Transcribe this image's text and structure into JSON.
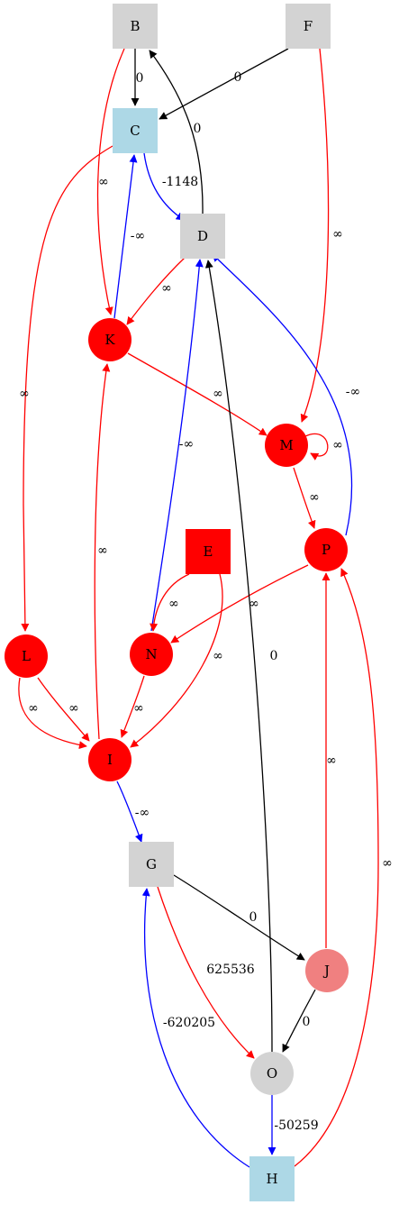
{
  "colors": {
    "gray": "#d3d3d3",
    "light_blue": "#add8e6",
    "red": "#ff0000",
    "salmon": "#f08080",
    "black_edge": "#000000",
    "red_edge": "#ff0000",
    "blue_edge": "#0000ff"
  },
  "nodes": [
    {
      "id": "B",
      "label": "B",
      "shape": "square",
      "fill": "gray"
    },
    {
      "id": "F",
      "label": "F",
      "shape": "square",
      "fill": "gray"
    },
    {
      "id": "C",
      "label": "C",
      "shape": "square",
      "fill": "light_blue"
    },
    {
      "id": "D",
      "label": "D",
      "shape": "square",
      "fill": "gray"
    },
    {
      "id": "K",
      "label": "K",
      "shape": "circle",
      "fill": "red"
    },
    {
      "id": "M",
      "label": "M",
      "shape": "circle",
      "fill": "red"
    },
    {
      "id": "E",
      "label": "E",
      "shape": "square",
      "fill": "red"
    },
    {
      "id": "P",
      "label": "P",
      "shape": "circle",
      "fill": "red"
    },
    {
      "id": "L",
      "label": "L",
      "shape": "circle",
      "fill": "red"
    },
    {
      "id": "N",
      "label": "N",
      "shape": "circle",
      "fill": "red"
    },
    {
      "id": "I",
      "label": "I",
      "shape": "circle",
      "fill": "red"
    },
    {
      "id": "G",
      "label": "G",
      "shape": "square",
      "fill": "gray"
    },
    {
      "id": "J",
      "label": "J",
      "shape": "circle",
      "fill": "salmon"
    },
    {
      "id": "O",
      "label": "O",
      "shape": "circle",
      "fill": "gray"
    },
    {
      "id": "H",
      "label": "H",
      "shape": "square",
      "fill": "light_blue"
    }
  ],
  "edges": [
    {
      "id": "B-C",
      "from": "B",
      "to": "C",
      "label": "0",
      "color": "black_edge"
    },
    {
      "id": "B-K",
      "from": "B",
      "to": "K",
      "label": "∞",
      "color": "red_edge"
    },
    {
      "id": "F-C",
      "from": "F",
      "to": "C",
      "label": "0",
      "color": "black_edge"
    },
    {
      "id": "F-M",
      "from": "F",
      "to": "M",
      "label": "∞",
      "color": "red_edge"
    },
    {
      "id": "C-D",
      "from": "C",
      "to": "D",
      "label": "-1148",
      "color": "blue_edge"
    },
    {
      "id": "C-L",
      "from": "C",
      "to": "L",
      "label": "∞",
      "color": "red_edge"
    },
    {
      "id": "D-B",
      "from": "D",
      "to": "B",
      "label": "0",
      "color": "black_edge"
    },
    {
      "id": "D-K",
      "from": "D",
      "to": "K",
      "label": "∞",
      "color": "red_edge"
    },
    {
      "id": "K-C",
      "from": "K",
      "to": "C",
      "label": "-∞",
      "color": "blue_edge"
    },
    {
      "id": "K-M",
      "from": "K",
      "to": "M",
      "label": "∞",
      "color": "red_edge"
    },
    {
      "id": "M-M",
      "from": "M",
      "to": "M",
      "label": "∞",
      "color": "red_edge"
    },
    {
      "id": "M-P",
      "from": "M",
      "to": "P",
      "label": "∞",
      "color": "red_edge"
    },
    {
      "id": "P-D",
      "from": "P",
      "to": "D",
      "label": "-∞",
      "color": "blue_edge"
    },
    {
      "id": "P-N",
      "from": "P",
      "to": "N",
      "label": "∞",
      "color": "red_edge"
    },
    {
      "id": "N-D",
      "from": "N",
      "to": "D",
      "label": "-∞",
      "color": "blue_edge"
    },
    {
      "id": "E-N",
      "from": "E",
      "to": "N",
      "label": "∞",
      "color": "red_edge"
    },
    {
      "id": "E-I",
      "from": "E",
      "to": "I",
      "label": "∞",
      "color": "red_edge"
    },
    {
      "id": "L-I-left",
      "from": "L",
      "to": "I",
      "label": "∞",
      "color": "red_edge"
    },
    {
      "id": "L-I-right",
      "from": "L",
      "to": "I",
      "label": "∞",
      "color": "red_edge"
    },
    {
      "id": "N-I",
      "from": "N",
      "to": "I",
      "label": "∞",
      "color": "red_edge"
    },
    {
      "id": "I-K",
      "from": "I",
      "to": "K",
      "label": "∞",
      "color": "red_edge"
    },
    {
      "id": "I-G",
      "from": "I",
      "to": "G",
      "label": "-∞",
      "color": "blue_edge"
    },
    {
      "id": "G-J",
      "from": "G",
      "to": "J",
      "label": "0",
      "color": "black_edge"
    },
    {
      "id": "G-O",
      "from": "G",
      "to": "O",
      "label": "625536",
      "color": "red_edge"
    },
    {
      "id": "J-P",
      "from": "J",
      "to": "P",
      "label": "∞",
      "color": "red_edge"
    },
    {
      "id": "J-O",
      "from": "J",
      "to": "O",
      "label": "0",
      "color": "black_edge"
    },
    {
      "id": "O-D",
      "from": "O",
      "to": "D",
      "label": "0",
      "color": "black_edge"
    },
    {
      "id": "O-H",
      "from": "O",
      "to": "H",
      "label": "-50259",
      "color": "blue_edge"
    },
    {
      "id": "H-G",
      "from": "H",
      "to": "G",
      "label": "-620205",
      "color": "blue_edge"
    },
    {
      "id": "H-P",
      "from": "H",
      "to": "P",
      "label": "∞",
      "color": "red_edge"
    }
  ]
}
